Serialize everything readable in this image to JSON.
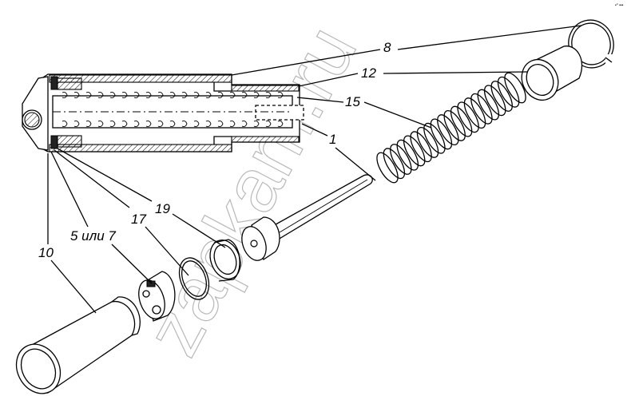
{
  "watermark": "zapkam.ru",
  "corner_mark": "•° •••",
  "callouts": {
    "c8": "8",
    "c12": "12",
    "c15": "15",
    "c1": "1",
    "c19": "19",
    "c17": "17",
    "c5or7": "5 или 7",
    "c10": "10"
  }
}
